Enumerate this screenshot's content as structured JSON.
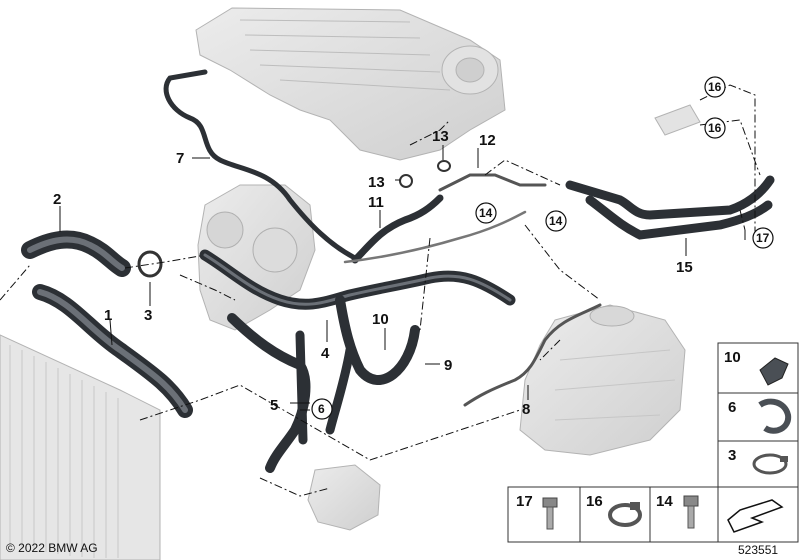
{
  "callouts": {
    "c1": "1",
    "c2": "2",
    "c3": "3",
    "c4": "4",
    "c5": "5",
    "c6": "6",
    "c7": "7",
    "c8": "8",
    "c9": "9",
    "c10": "10",
    "c11": "11",
    "c12": "12",
    "c13a": "13",
    "c13b": "13",
    "c14a": "14",
    "c14b": "14",
    "c15": "15",
    "c16a": "16",
    "c16b": "16",
    "c17": "17"
  },
  "legend": {
    "side_10": "10",
    "side_6": "6",
    "side_3": "3",
    "bottom_17": "17",
    "bottom_16": "16",
    "bottom_14": "14"
  },
  "footer": {
    "copyright": "© 2022 BMW AG",
    "document_number": "523551"
  },
  "colors": {
    "hose": "#454a4f",
    "hose_highlight": "#7a8087",
    "ghost_part": "#d9d9d9",
    "ghost_outline": "#b3b3b3",
    "line": "#111111"
  }
}
